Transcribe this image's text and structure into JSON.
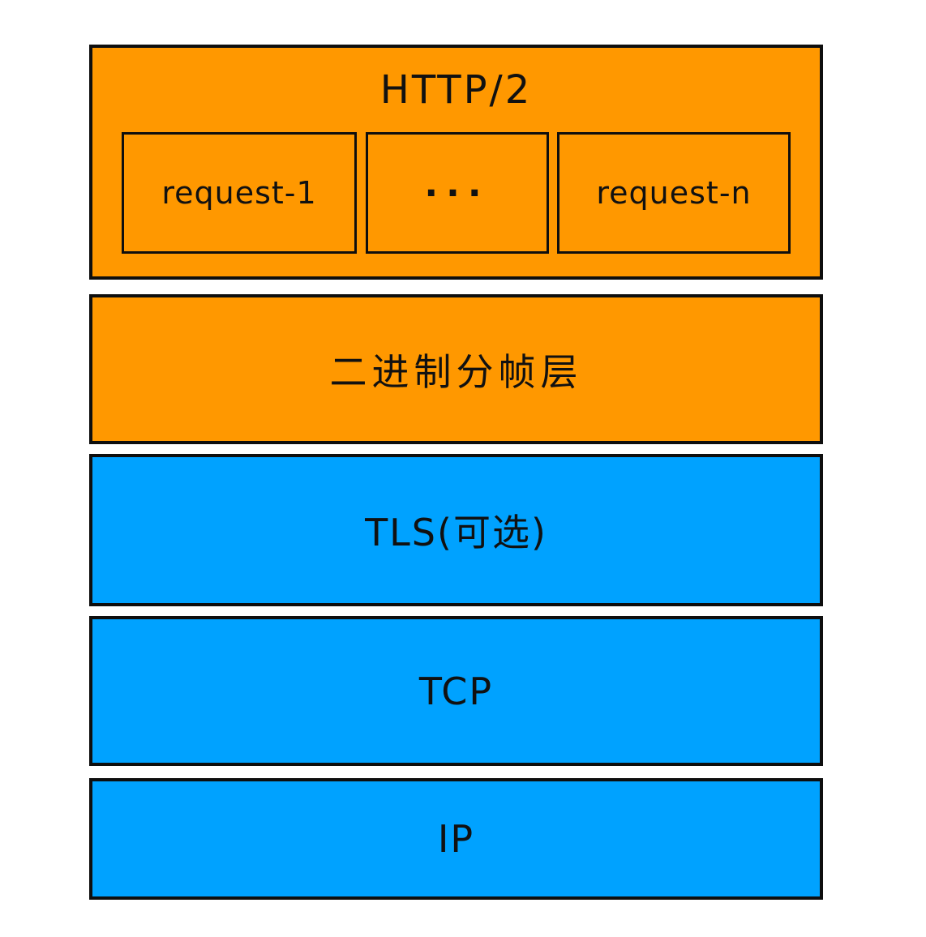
{
  "diagram": {
    "background": "#ffffff",
    "border_color": "#0e0e0e",
    "colors": {
      "http2_application": "#ff9800",
      "transport": "#00a2ff"
    },
    "http2_layer": {
      "label": "HTTP/2",
      "color": "#ff9800",
      "requests": [
        {
          "label": "request-1"
        },
        {
          "label": "···"
        },
        {
          "label": "request-n"
        }
      ]
    },
    "layers": [
      {
        "id": "binary-framing",
        "label": "二进制分帧层",
        "color": "#ff9800"
      },
      {
        "id": "tls",
        "label": "TLS(可选)",
        "color": "#00a2ff"
      },
      {
        "id": "tcp",
        "label": "TCP",
        "color": "#00a2ff"
      },
      {
        "id": "ip",
        "label": "IP",
        "color": "#00a2ff"
      }
    ]
  }
}
